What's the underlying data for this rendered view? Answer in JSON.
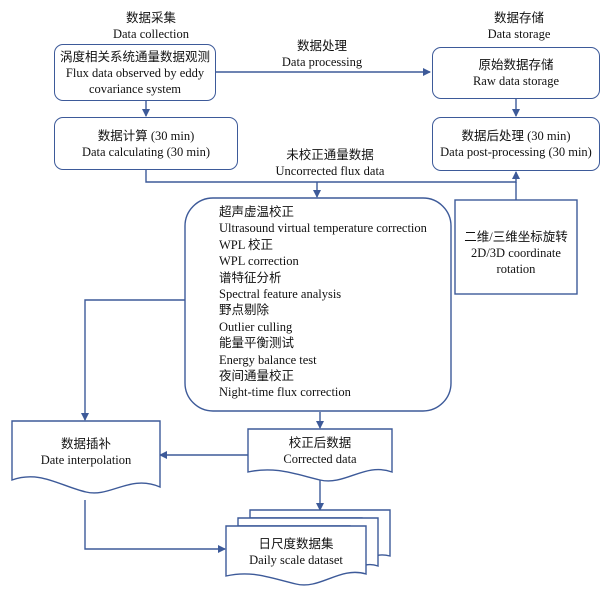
{
  "headers": {
    "collection_zh": "数据采集",
    "collection_en": "Data collection",
    "storage_zh": "数据存储",
    "storage_en": "Data storage",
    "processing_zh": "数据处理",
    "processing_en": "Data processing",
    "uncorrected_zh": "未校正通量数据",
    "uncorrected_en": "Uncorrected flux data"
  },
  "nodes": {
    "flux_observed": {
      "zh": "涡度相关系统通量数据观测",
      "en1": "Flux data observed by eddy",
      "en2": "covariance system"
    },
    "raw_storage": {
      "zh": "原始数据存储",
      "en": "Raw data storage"
    },
    "calculating": {
      "zh": "数据计算 (30 min)",
      "en": "Data calculating (30 min)"
    },
    "post_processing": {
      "zh": "数据后处理 (30 min)",
      "en": "Data post-processing (30 min)"
    },
    "rotation": {
      "zh": "二维/三维坐标旋转",
      "en1": "2D/3D coordinate",
      "en2": "rotation"
    },
    "corrections": [
      "超声虚温校正",
      "Ultrasound virtual temperature correction",
      "WPL 校正",
      "WPL correction",
      "谱特征分析",
      "Spectral feature analysis",
      "野点剔除",
      "Outlier culling",
      "能量平衡测试",
      "Energy balance test",
      "夜间通量校正",
      "Night-time flux correction"
    ],
    "interpolation": {
      "zh": "数据插补",
      "en": "Date interpolation"
    },
    "corrected": {
      "zh": "校正后数据",
      "en": "Corrected data"
    },
    "dataset": {
      "zh": "日尺度数据集",
      "en": "Daily scale dataset"
    }
  },
  "colors": {
    "stroke": "#3d5a99"
  }
}
